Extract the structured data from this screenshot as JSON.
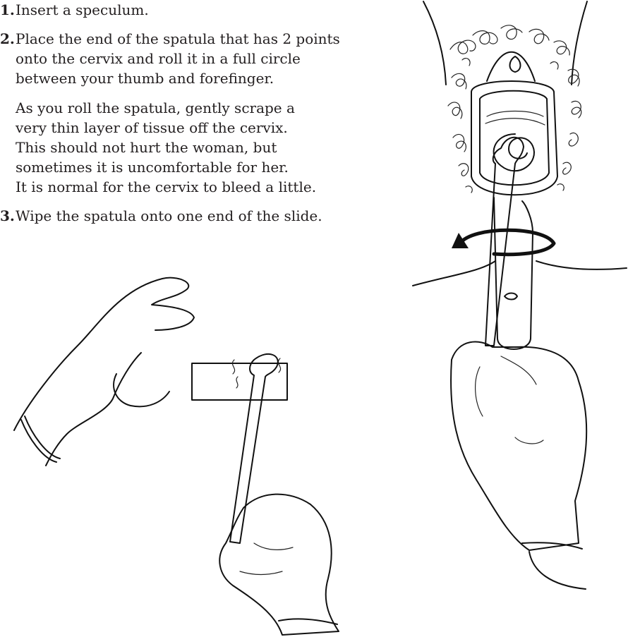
{
  "steps": [
    {
      "number": "1.",
      "lines": [
        "Insert a speculum."
      ]
    },
    {
      "number": "2.",
      "lines": [
        "Place the end of the spatula that has 2 points",
        "onto the cervix and roll it in a full circle",
        "between your thumb and forefinger."
      ]
    },
    {
      "number": "3.",
      "lines": [
        "Wipe the spatula onto one end of the slide."
      ]
    }
  ],
  "note": {
    "lines": [
      "As you roll the spatula, gently scrape a",
      "very thin layer of tissue off the cervix.",
      "This should not hurt the woman, but",
      "sometimes it is uncomfortable for her.",
      "It is normal for the cervix to bleed a little."
    ]
  }
}
